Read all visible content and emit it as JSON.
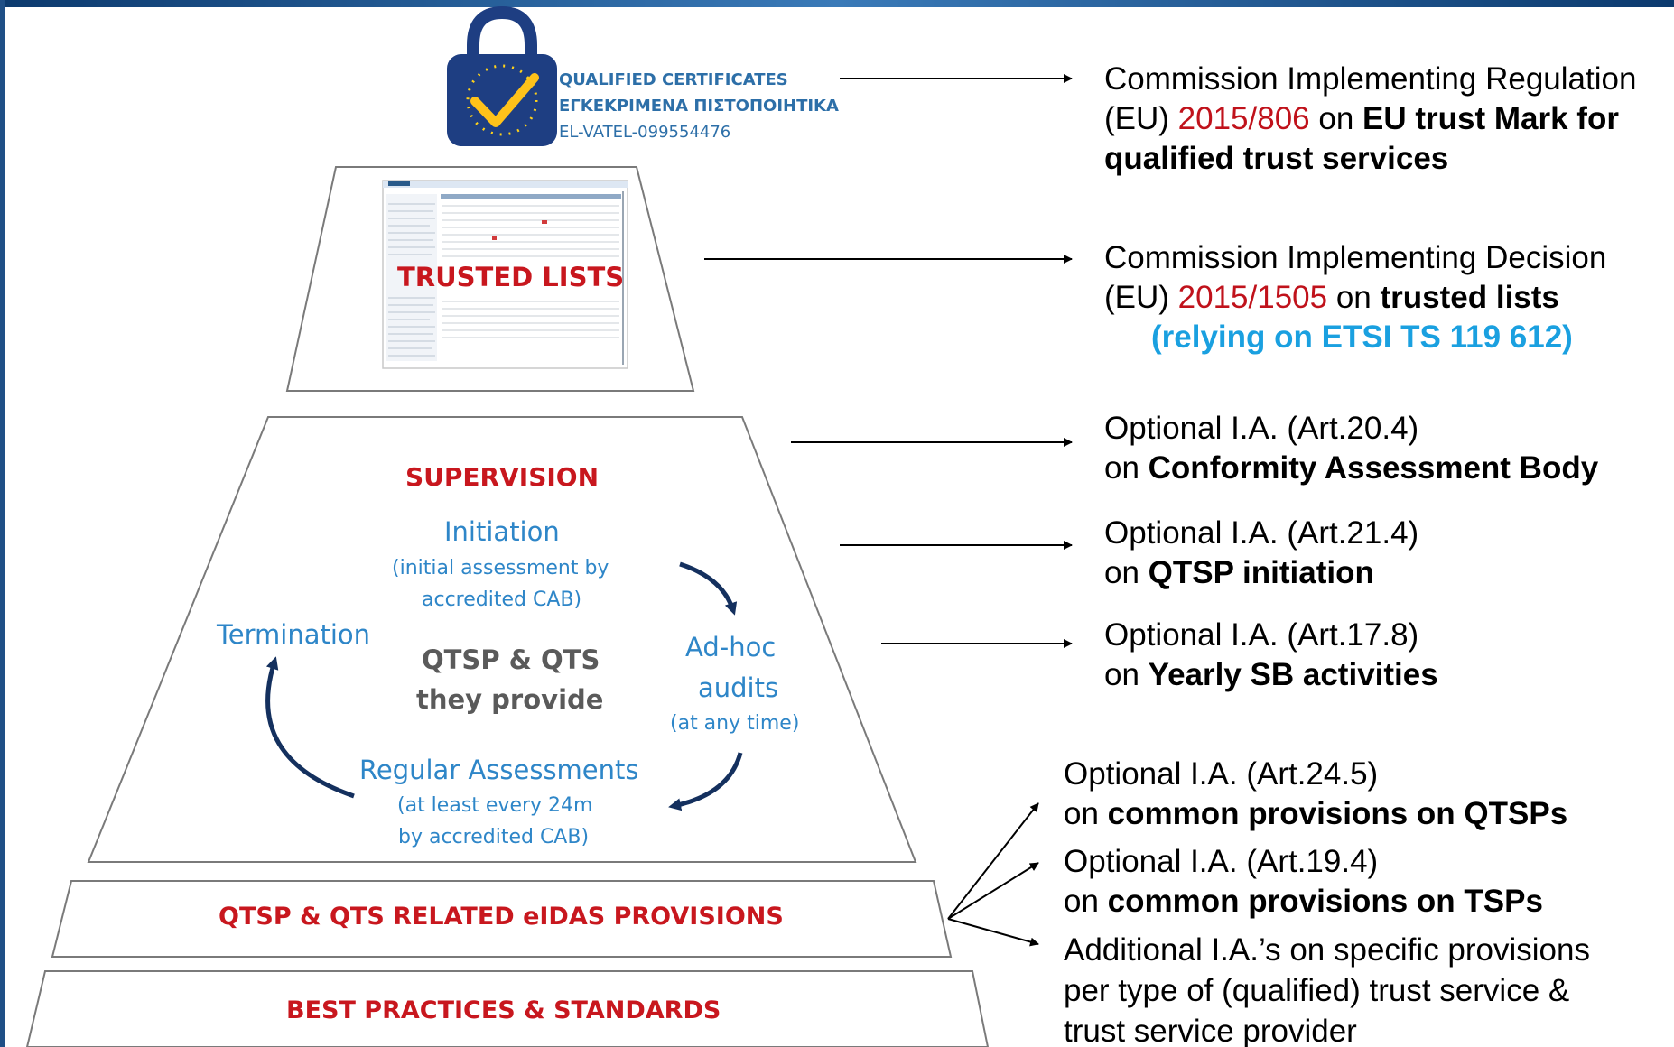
{
  "trust_mark": {
    "line1": "QUALIFIED CERTIFICATES",
    "line2": "ΕΓΚΕΚΡΙΜΕΝΑ ΠΙΣΤΟΠΟΙΗΤΙΚΑ",
    "line3": "EL-VATEL-099554476",
    "icon": "padlock-eu-trust-mark-icon"
  },
  "pyramid": {
    "trusted_lists": "TRUSTED LISTS",
    "supervision": {
      "title": "SUPERVISION",
      "initiation": "Initiation",
      "initiation_note1": "(initial assessment by",
      "initiation_note2": "accredited CAB)",
      "termination": "Termination",
      "center1": "QTSP & QTS",
      "center2": "they provide",
      "adhoc1": "Ad-hoc",
      "adhoc2": "audits",
      "adhoc3": "(at any time)",
      "regular": "Regular Assessments",
      "regular_note1": "(at least every 24m",
      "regular_note2": "by accredited CAB)"
    },
    "provisions": "QTSP & QTS RELATED eIDAS PROVISIONS",
    "standards": "BEST PRACTICES & STANDARDS"
  },
  "annotations": {
    "trust_mark": {
      "line1": "Commission Implementing Regulation",
      "line2_pre": "(EU) ",
      "line2_ref": "2015/806",
      "line2_mid": " on ",
      "line2_bold": "EU trust Mark for",
      "line3_bold": "qualified trust services"
    },
    "trusted_lists": {
      "line1": "Commission Implementing Decision",
      "line2_pre": "(EU) ",
      "line2_ref": "2015/1505",
      "line2_mid": " on ",
      "line2_bold": "trusted lists",
      "line3": "(relying on ETSI TS 119 612)"
    },
    "cab": {
      "line1": "Optional I.A. (Art.20.4)",
      "line2_pre": "on ",
      "line2_bold": "Conformity Assessment Body"
    },
    "initiation": {
      "line1": "Optional I.A. (Art.21.4)",
      "line2_pre": "on ",
      "line2_bold": "QTSP initiation"
    },
    "yearly": {
      "line1": "Optional I.A. (Art.17.8)",
      "line2_pre": "on ",
      "line2_bold": "Yearly SB activities"
    },
    "qtsp_common": {
      "line1": "Optional I.A. (Art.24.5)",
      "line2_pre": "on ",
      "line2_bold": "common provisions on QTSPs"
    },
    "tsp_common": {
      "line1": "Optional I.A. (Art.19.4)",
      "line2_pre": "on ",
      "line2_bold": "common provisions on TSPs"
    },
    "additional": {
      "line1": "Additional I.A.’s on specific provisions",
      "line2": "per type of (qualified) trust service &",
      "line3": "trust service provider"
    }
  },
  "colors": {
    "accent_red": "#c0121b",
    "etsi_blue": "#1aa0e0",
    "cycle_blue": "#2e86c8",
    "arrow_navy": "#14305e",
    "top_bar": "#1f5f9c"
  }
}
